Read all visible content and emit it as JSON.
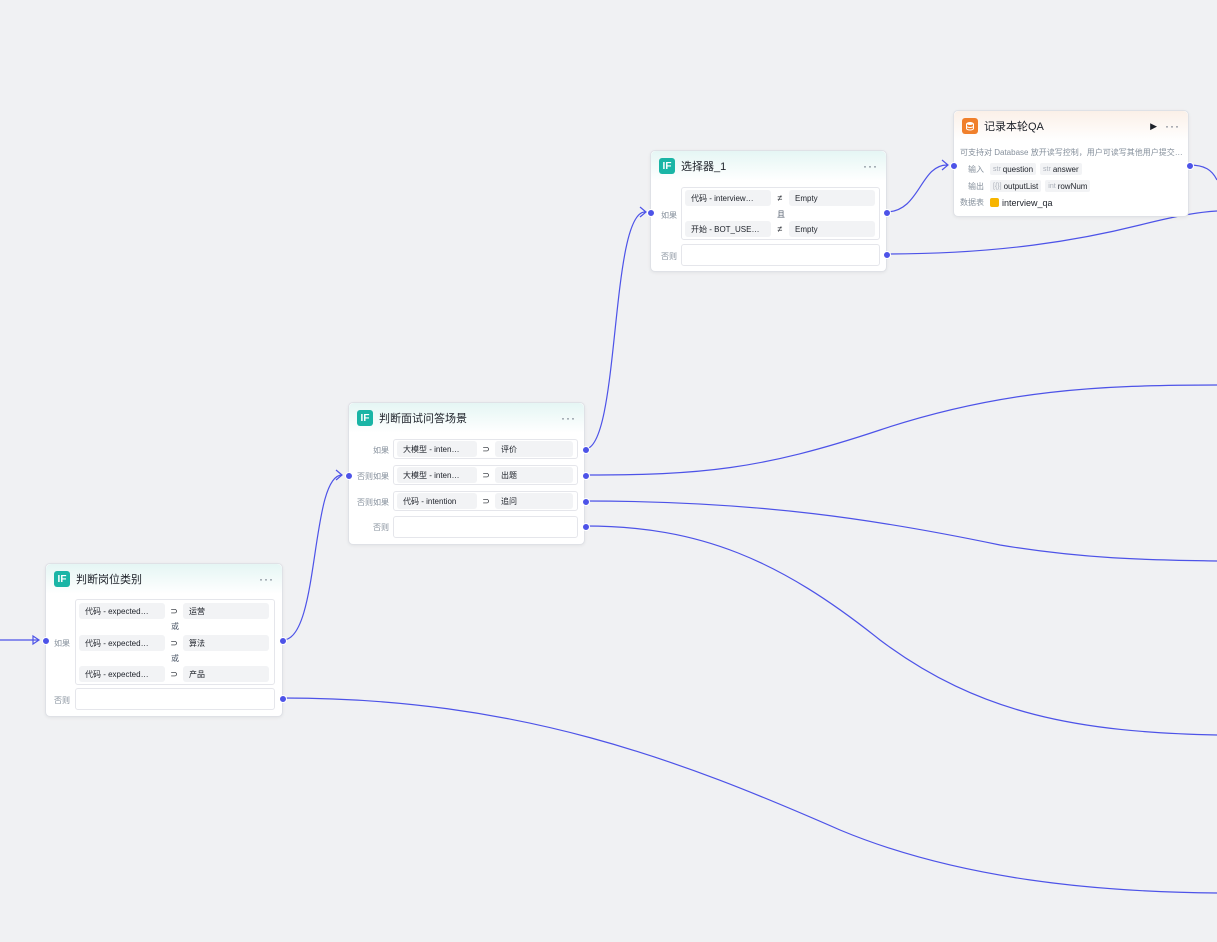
{
  "nodes": {
    "job_category": {
      "title": "判断岗位类别",
      "if_label": "如果",
      "else_label": "否则",
      "conditions": [
        {
          "left": "代码 - expected…",
          "op": "⊃",
          "right": "运营"
        },
        {
          "left": "代码 - expected…",
          "op": "⊃",
          "right": "算法"
        },
        {
          "left": "代码 - expected…",
          "op": "⊃",
          "right": "产品"
        }
      ],
      "logic": [
        "或",
        "或"
      ]
    },
    "qa_scene": {
      "title": "判断面试问答场景",
      "branches": [
        {
          "label": "如果",
          "left": "大模型 - inten…",
          "op": "⊃",
          "right": "评价"
        },
        {
          "label": "否则如果",
          "left": "大模型 - inten…",
          "op": "⊃",
          "right": "出题"
        },
        {
          "label": "否则如果",
          "left": "代码 - intention",
          "op": "⊃",
          "right": "追问"
        }
      ],
      "else_label": "否则"
    },
    "selector1": {
      "title": "选择器_1",
      "if_label": "如果",
      "else_label": "否则",
      "conditions": [
        {
          "left": "代码 - interview…",
          "op": "≠",
          "right": "Empty"
        },
        {
          "left": "开始 - BOT_USE…",
          "op": "≠",
          "right": "Empty"
        }
      ],
      "logic": [
        "且"
      ]
    },
    "record_qa": {
      "title": "记录本轮QA",
      "description": "可支持对 Database 放开读写控制，用户可读写其他用户提交…",
      "input_label": "输入",
      "inputs": [
        {
          "type": "str",
          "name": "question"
        },
        {
          "type": "str",
          "name": "answer"
        }
      ],
      "output_label": "输出",
      "outputs": [
        {
          "type": "[{}]",
          "name": "outputList"
        },
        {
          "type": "int",
          "name": "rowNum"
        }
      ],
      "table_label": "数据表",
      "table_name": "interview_qa"
    }
  },
  "colors": {
    "edge": "#4d53e8",
    "if_icon": "#1ab5a6",
    "db_icon": "#f07f2b",
    "canvas": "#f0f1f3"
  },
  "icons": {
    "if": "IF",
    "more": "···",
    "play": "▶"
  }
}
